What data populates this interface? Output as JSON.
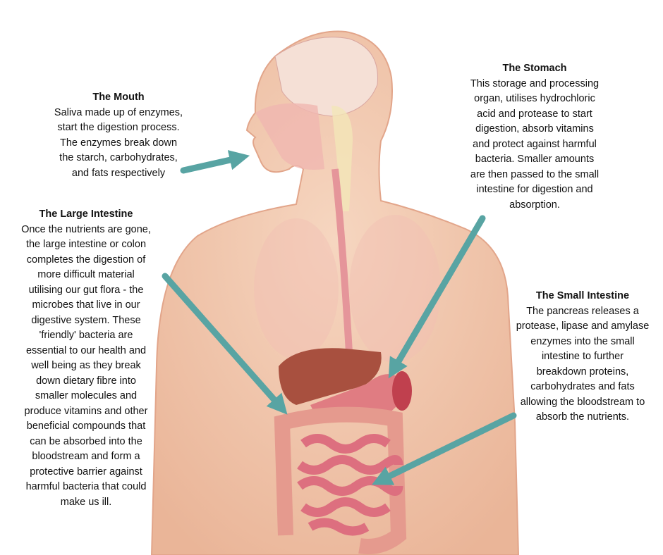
{
  "colors": {
    "arrow": "#58a4a3",
    "skin": "#f2c7ab",
    "organ": "#d9686f",
    "liver": "#a8503f"
  },
  "mouth": {
    "title": "The Mouth",
    "lines": [
      "Saliva made up of enzymes,",
      "start the digestion process.",
      "The enzymes break down",
      "the starch, carbohydrates,",
      "and fats respectively"
    ]
  },
  "stomach": {
    "title": "The Stomach",
    "lines": [
      "This storage and processing",
      "organ, utilises hydrochloric",
      "acid and protease to start",
      "digestion, absorb vitamins",
      "and protect against harmful",
      "bacteria. Smaller amounts",
      "are then passed to the small",
      "intestine for digestion and",
      "absorption."
    ]
  },
  "large_intestine": {
    "title": "The Large Intestine",
    "lines": [
      "Once the nutrients are gone,",
      "the large intestine or colon",
      "completes the digestion of",
      "more difficult material",
      "utilising our gut flora - the",
      "microbes that live in our",
      "digestive system. These",
      "'friendly' bacteria are",
      "essential to our health and",
      "well being as they break",
      "down dietary fibre into",
      "smaller molecules and",
      "produce vitamins and other",
      "beneficial compounds that",
      "can be absorbed into the",
      "bloodstream and form a",
      "protective barrier against",
      "harmful bacteria that could",
      "make us ill."
    ]
  },
  "small_intestine": {
    "title": "The Small Intestine",
    "lines": [
      "The pancreas releases a",
      "protease, lipase and amylase",
      "enzymes into the small",
      "intestine to further",
      "breakdown proteins,",
      "carbohydrates and fats",
      "allowing the bloodstream to",
      "absorb the nutrients."
    ]
  }
}
